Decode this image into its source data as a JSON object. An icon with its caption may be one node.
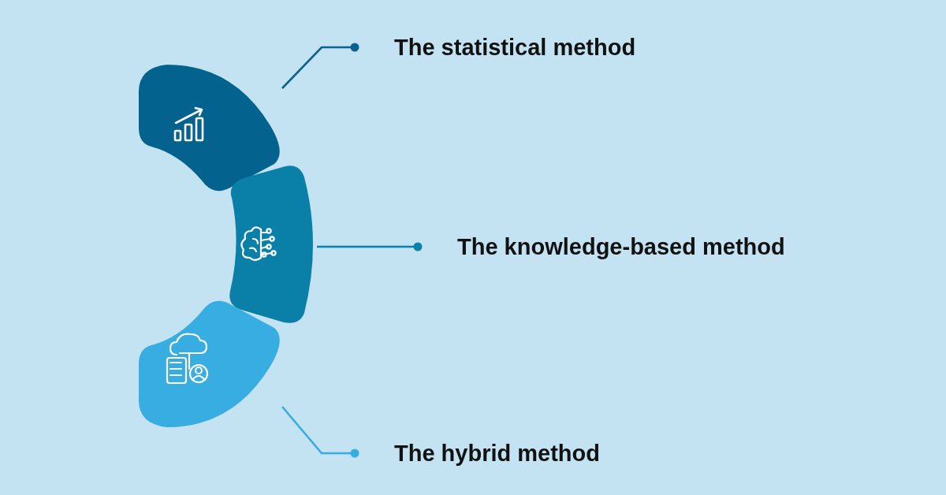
{
  "diagram": {
    "nodes": [
      {
        "text": [],
        "shape": "picture"
      },
      {
        "text": [
          "The statistical method"
        ]
      },
      {
        "text": [],
        "shape": "picture"
      },
      {
        "text": [
          "The knowledge-based method"
        ]
      },
      {
        "text": [],
        "shape": "picture"
      },
      {
        "text": [
          "The hybrid method"
        ]
      }
    ],
    "edges": [
      {
        "from": 0,
        "to": 1,
        "arrow": "other",
        "color": "#0b628e"
      },
      {
        "from": 2,
        "to": 3,
        "arrow": "other",
        "color": "#0b80a9"
      },
      {
        "from": 4,
        "to": 5,
        "arrow": "other",
        "color": "#35ade0"
      }
    ]
  }
}
